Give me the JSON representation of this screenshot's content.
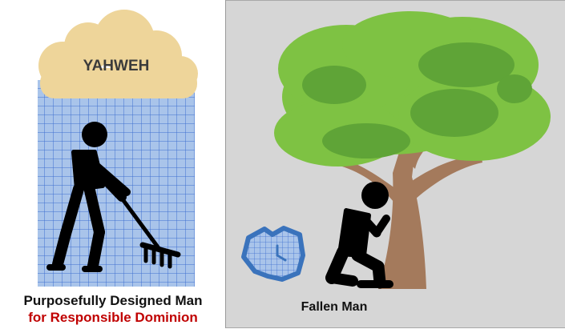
{
  "left_panel": {
    "cloud_label": "YAHWEH",
    "caption_line1": "Purposefully Designed Man",
    "caption_line2": "for Responsible Dominion",
    "caption_line2_color": "#c00000"
  },
  "right_panel": {
    "caption": "Fallen Man"
  },
  "colors": {
    "grid_fill": "#a9c4ea",
    "grid_line": "#3f6fd0",
    "cloud": "#eed59a",
    "foliage": "#7ec243",
    "foliage_dark": "#5fa437",
    "trunk": "#a47a5c",
    "figure": "#000000",
    "broken_grid_outline": "#3a73bc",
    "panel_right_bg": "#d6d6d6"
  }
}
